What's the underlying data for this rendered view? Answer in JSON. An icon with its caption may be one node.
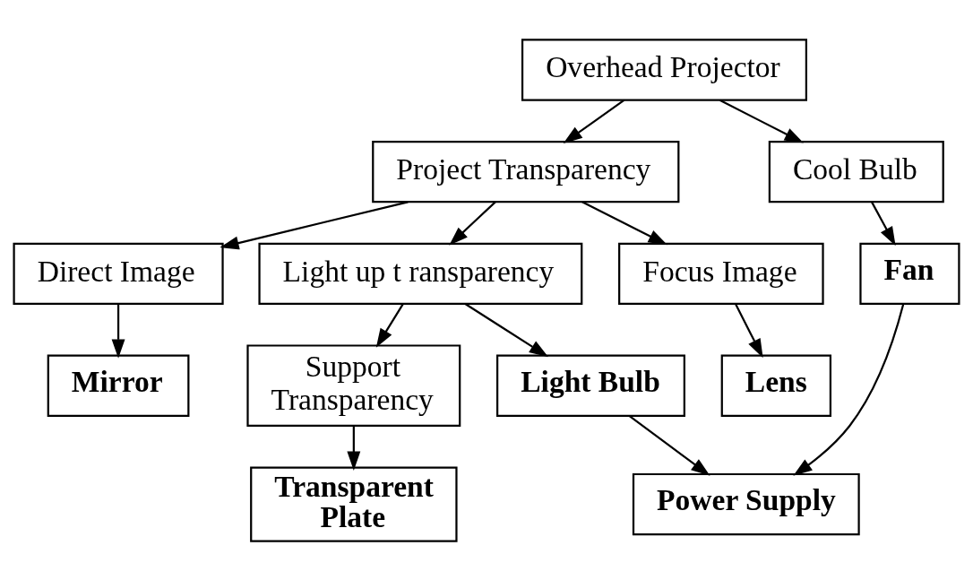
{
  "diagram": {
    "nodes": [
      {
        "text": [
          "Overhead Projector"
        ]
      },
      {
        "text": [
          "Project Transparency"
        ]
      },
      {
        "text": [
          "Cool Bulb"
        ]
      },
      {
        "text": [
          "Direct Image"
        ]
      },
      {
        "text": [
          "Fan"
        ]
      },
      {
        "text": [
          "Light up t ransparency"
        ]
      },
      {
        "text": [
          "Focus Image"
        ]
      },
      {
        "text": [
          "Mirror"
        ]
      },
      {
        "text": [
          "Support Transparency"
        ]
      },
      {
        "text": [
          "Light Bulb"
        ]
      },
      {
        "text": [
          "Lens"
        ]
      },
      {
        "text": [
          "Transparent Plate"
        ]
      },
      {
        "text": [
          "Power Supply"
        ]
      }
    ],
    "edges": [
      {
        "from": 0,
        "to": 1,
        "arrow": "to"
      },
      {
        "from": 0,
        "to": 2,
        "arrow": "to"
      },
      {
        "from": 1,
        "to": 5,
        "arrow": "to"
      },
      {
        "from": 1,
        "to": 6,
        "arrow": "to"
      },
      {
        "from": 1,
        "to": 3,
        "arrow": "to"
      },
      {
        "from": 2,
        "to": 4,
        "arrow": "to"
      },
      {
        "from": 3,
        "to": 7,
        "arrow": "to"
      },
      {
        "from": 6,
        "to": 10,
        "arrow": "to"
      },
      {
        "from": 5,
        "to": 8,
        "arrow": "to"
      },
      {
        "from": 5,
        "to": 9,
        "arrow": "to"
      },
      {
        "from": 8,
        "to": 11,
        "arrow": "to"
      },
      {
        "from": 9,
        "to": 12,
        "arrow": "to"
      },
      {
        "from": 4,
        "to": 12,
        "arrow": "to"
      }
    ]
  }
}
